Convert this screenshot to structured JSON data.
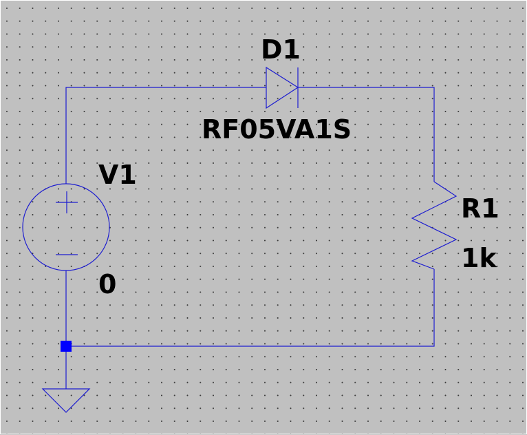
{
  "schematic": {
    "diode": {
      "ref": "D1",
      "value": "RF05VA1S"
    },
    "source": {
      "ref": "V1",
      "value": "0"
    },
    "resistor": {
      "ref": "R1",
      "value": "1k"
    }
  },
  "colors": {
    "background": "#c0c0c0",
    "wire": "#1c1cd0",
    "grid_dot": "#3a3a3a",
    "junction": "#0000ff"
  }
}
